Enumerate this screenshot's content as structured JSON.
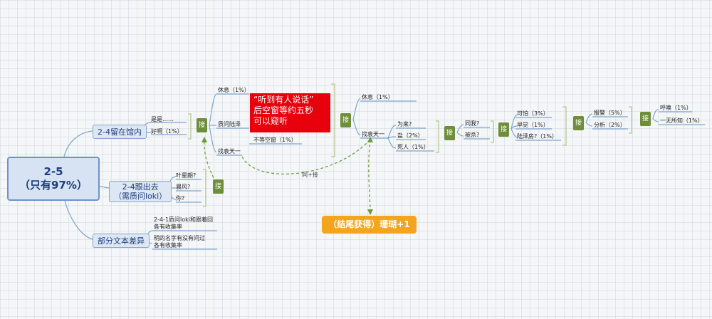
{
  "root": {
    "line1": "2-5",
    "line2": "（只有97%）"
  },
  "branches": {
    "stay": "2-4留在馆内",
    "follow_l1": "2-4跟出去",
    "follow_l2": "（需质问loki）",
    "diff": "部分文本差异"
  },
  "stay_leaves": {
    "a": "是是……",
    "b": "好啊（1%）"
  },
  "follow_leaves": {
    "a": "叶星朗?",
    "b": "晨风?",
    "c": "你?"
  },
  "diff_leaves": {
    "a1": "2-4-1质问loki和跟着回",
    "a2": "各有收集率",
    "b1": "明的名字有没有问过",
    "b2": "各有收集率"
  },
  "jie": "接",
  "mid": {
    "rest": "休息（1%）",
    "question": "质问陆泽",
    "nowindow": "不等空窗（1%）",
    "find": "找袁天一"
  },
  "redbox": {
    "l1": "“听到有人说话”",
    "l2": "后空窗等约五秒",
    "l3": "可以窥听"
  },
  "right1": {
    "rest": "休息（1%）",
    "find": "找袁天一"
  },
  "right2": {
    "why": "为来?",
    "salt": "盐（2%）",
    "dead": "死人（1%）"
  },
  "right3": {
    "same": "同我?",
    "killed": "被杀?"
  },
  "right4": {
    "scary": "可怕（3%）",
    "early": "早觉（1%）",
    "luze": "陆泽房?（1%）"
  },
  "right5": {
    "report": "报警（5%）",
    "analyze": "分析（2%）"
  },
  "right6": {
    "breath": "呼唤（1%）",
    "nothing": "一无所知（1%）"
  },
  "relation_label": "同+接",
  "reward": "（结尾获得）珊瑚+1",
  "colors": {
    "line": "#7fa5cf",
    "jie": "#6e8e3a",
    "red": "#e8000d",
    "orange": "#f2a51d",
    "dashed": "#6b9a3a"
  }
}
